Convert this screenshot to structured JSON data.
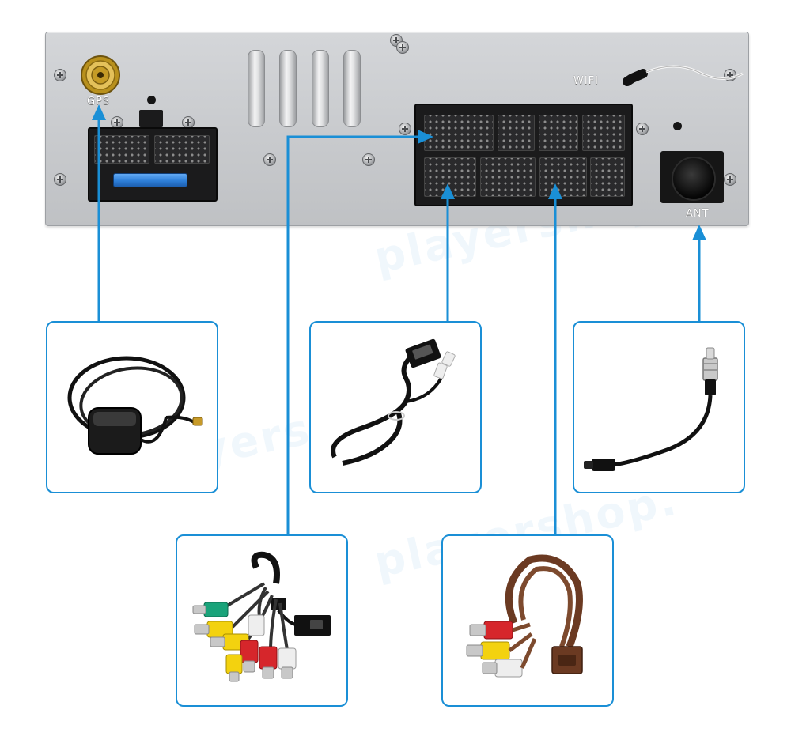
{
  "panel": {
    "gps_label": "GPS",
    "wifi_label": "WIFI",
    "ant_label": "ANT"
  },
  "watermark": {
    "text": "playershop."
  },
  "colors": {
    "accent": "#1a8fd6",
    "panel": "#c8cacd",
    "connector": "#1b1b1c",
    "rca_yellow": "#f3d20f",
    "rca_red": "#d6262b",
    "rca_white": "#eeeeee",
    "rca_green": "#1aa37a",
    "cable_brown": "#6b3a22",
    "fuse_blue": "#2d7fd8"
  },
  "boxes": [
    {
      "id": "gps-antenna",
      "icon": "gps-antenna-icon"
    },
    {
      "id": "usb-cable",
      "icon": "usb-cable-icon"
    },
    {
      "id": "radio-antenna-adapter",
      "icon": "radio-antenna-adapter-icon"
    },
    {
      "id": "rca-av-cable",
      "icon": "rca-av-cable-icon"
    },
    {
      "id": "rca-audio-cable",
      "icon": "rca-audio-cable-icon"
    }
  ]
}
